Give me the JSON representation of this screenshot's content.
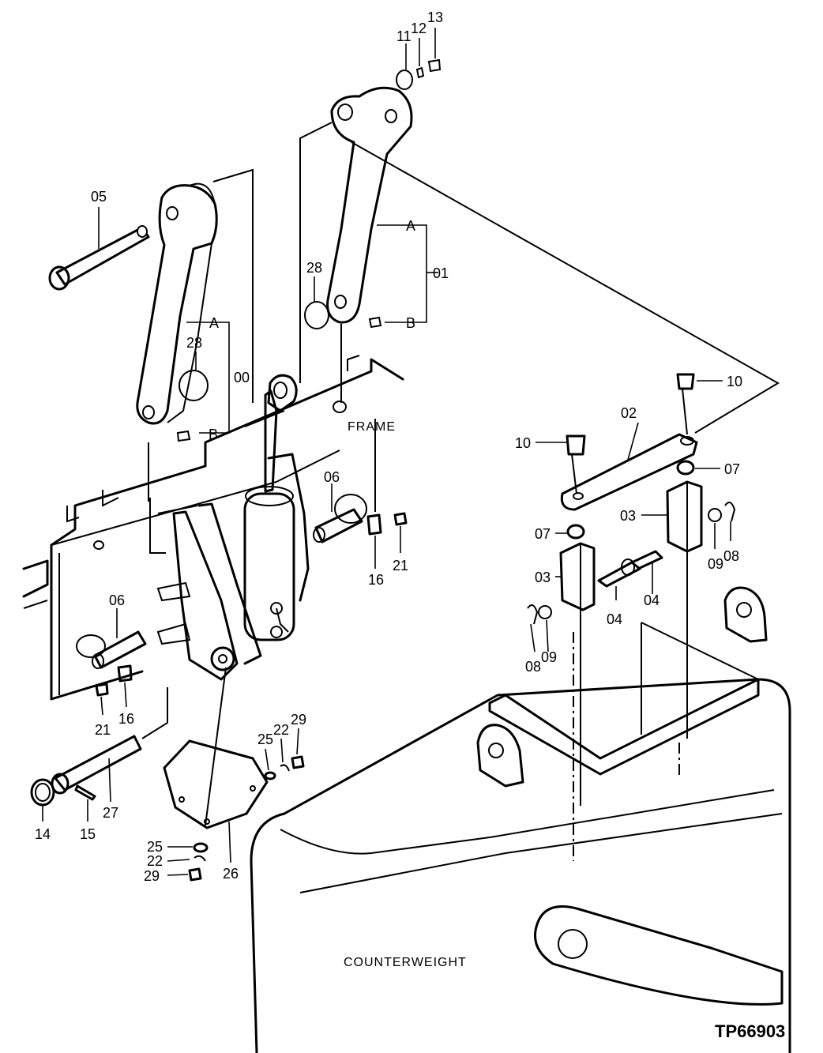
{
  "diagram": {
    "figure_code": "TP66903",
    "labels": {
      "frame": "FRAME",
      "counterweight": "COUNTERWEIGHT"
    },
    "callouts": [
      "00",
      "01",
      "02",
      "03",
      "04",
      "05",
      "06",
      "07",
      "08",
      "09",
      "10",
      "11",
      "12",
      "13",
      "14",
      "15",
      "16",
      "21",
      "22",
      "25",
      "26",
      "27",
      "28",
      "29"
    ],
    "sub_markers": [
      "A",
      "B"
    ]
  }
}
